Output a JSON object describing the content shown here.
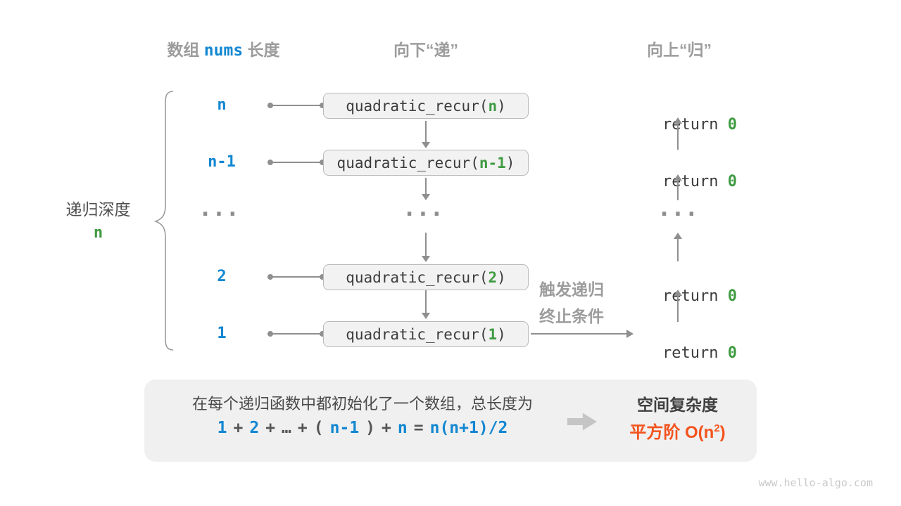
{
  "palette": {
    "blue": "#1287d2",
    "green": "#3f9b41",
    "orange": "#f4531d",
    "gray_heading": "#9c9c9c",
    "arrow_gray": "#8f8f8f",
    "box_fill": "#f2f2f2",
    "panel_fill": "#f0f0f0"
  },
  "headers": {
    "array_prefix": "数组",
    "array_var": "nums",
    "array_suffix": "长度",
    "descend": "向下“递”",
    "ascend": "向上“归”"
  },
  "recursion_depth": {
    "label": "递归深度",
    "value": "n"
  },
  "ellipsis": "...",
  "rows": [
    {
      "depth": "n",
      "call_open": "quadratic_recur(",
      "arg": "n",
      "call_close": ")",
      "return_kw": "return ",
      "return_val": "0"
    },
    {
      "depth": "n-1",
      "call_open": "quadratic_recur(",
      "arg": "n-1",
      "call_close": ")",
      "return_kw": "return ",
      "return_val": "0"
    },
    {
      "depth": "2",
      "call_open": "quadratic_recur(",
      "arg": "2",
      "call_close": ")",
      "return_kw": "return ",
      "return_val": "0"
    },
    {
      "depth": "1",
      "call_open": "quadratic_recur(",
      "arg": "1",
      "call_close": ")",
      "return_kw": "return ",
      "return_val": "0"
    }
  ],
  "trigger_note": {
    "line1": "触发递归",
    "line2": "终止条件"
  },
  "summary": {
    "description": "在每个递归函数中都初始化了一个数组，总长度为",
    "formula_tokens": [
      {
        "text": "1",
        "color": "blue"
      },
      {
        "text": "+",
        "color": "dark"
      },
      {
        "text": "2",
        "color": "blue"
      },
      {
        "text": "+",
        "color": "dark"
      },
      {
        "text": "…",
        "color": "dark"
      },
      {
        "text": "+",
        "color": "dark"
      },
      {
        "text": "(",
        "color": "dark"
      },
      {
        "text": "n-1",
        "color": "blue"
      },
      {
        "text": ")",
        "color": "dark"
      },
      {
        "text": "+",
        "color": "dark"
      },
      {
        "text": "n",
        "color": "blue"
      },
      {
        "text": "=",
        "color": "dark"
      },
      {
        "text": "n(n+1)/2",
        "color": "blue"
      }
    ],
    "result_title": "空间复杂度",
    "result_order_pre": "平方阶 O(n",
    "result_order_sup": "2",
    "result_order_close": ")"
  },
  "watermark": "www.hello-algo.com"
}
